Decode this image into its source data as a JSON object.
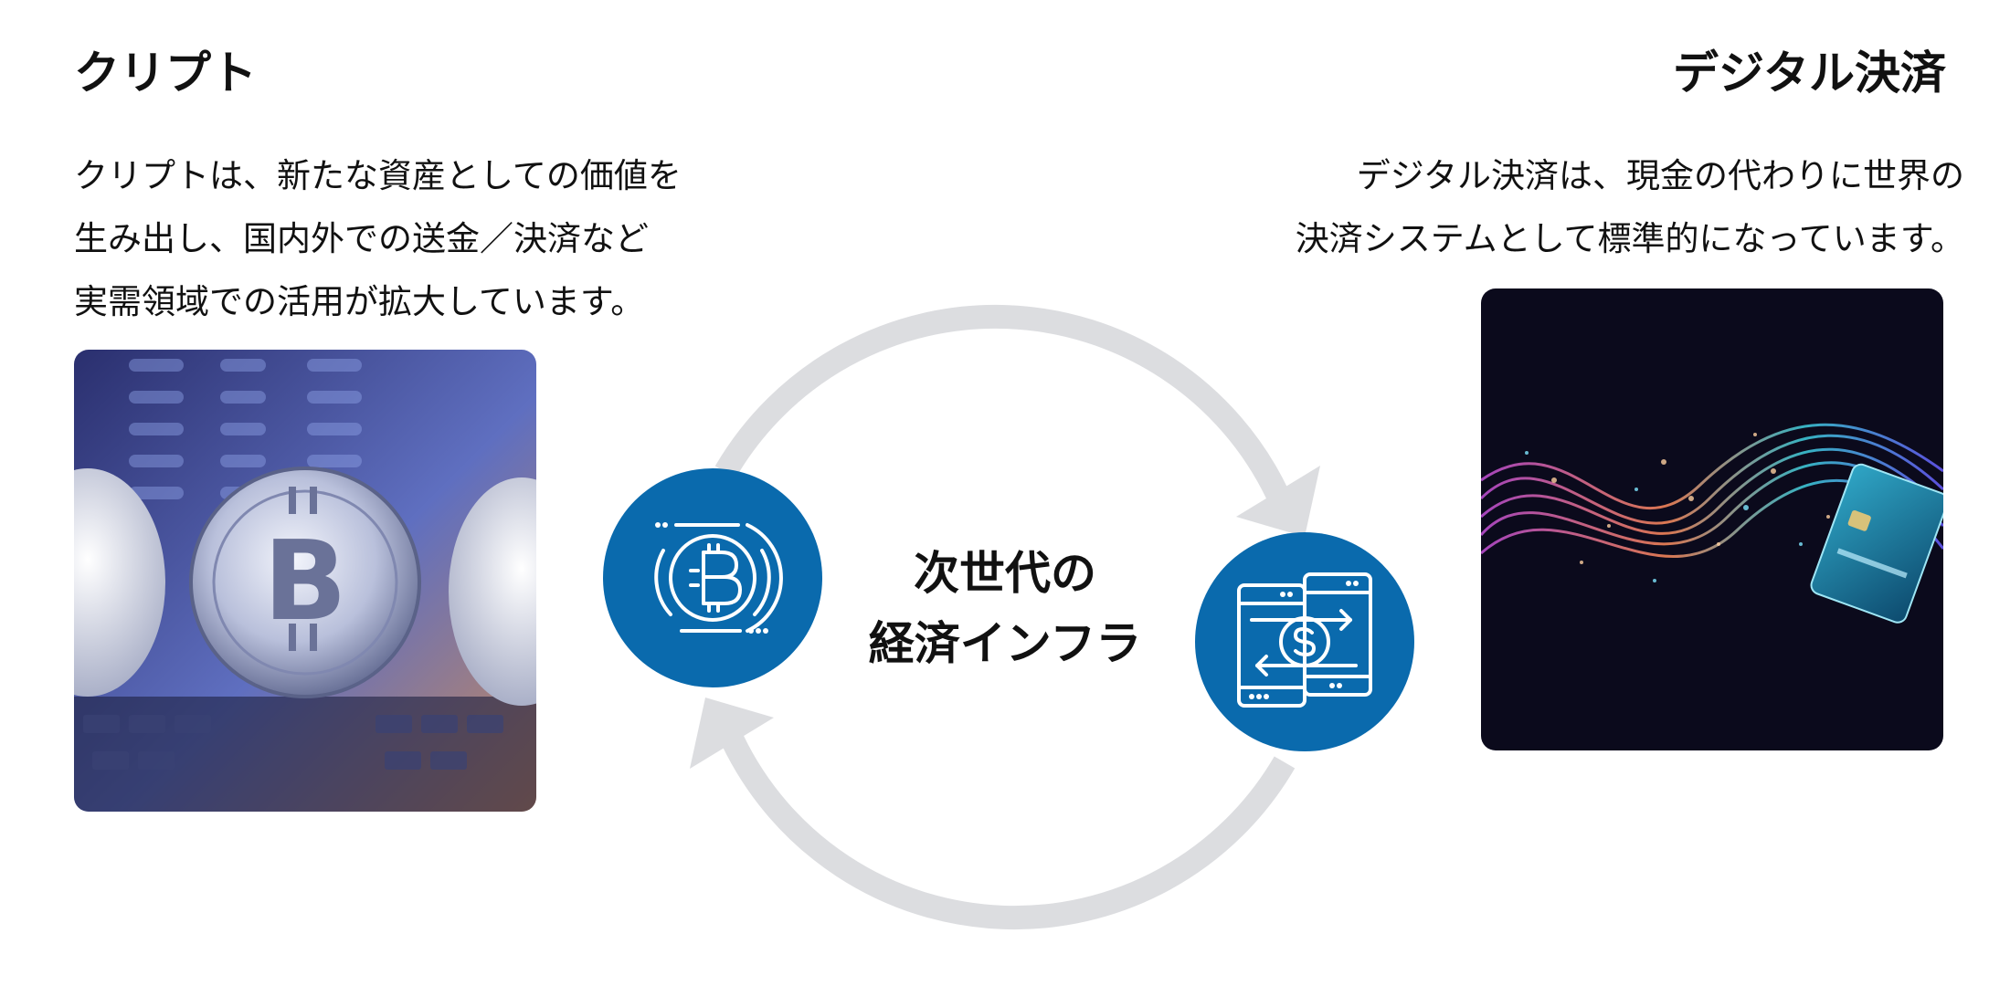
{
  "crypto": {
    "title": "クリプト",
    "description_lines": [
      "クリプトは、新たな資産としての価値を",
      "生み出し、国内外での送金／決済など",
      "実需領域での活用が拡大しています。"
    ],
    "photo_icon": "bitcoin-coins-photo"
  },
  "digital_payment": {
    "title": "デジタル決済",
    "description_lines": [
      "デジタル決済は、現金の代わりに世界の",
      "決済システムとして標準的になっています。"
    ],
    "photo_icon": "credit-card-light-wave-photo"
  },
  "center": {
    "lines": [
      "次世代の",
      "経済インフラ"
    ]
  },
  "icons": {
    "crypto_badge": "bitcoin-circle-icon",
    "payment_badge": "phone-transfer-dollar-icon"
  },
  "colors": {
    "badge": "#0a6aad",
    "cycle_arrow": "#dcdde0",
    "text": "#111111"
  }
}
